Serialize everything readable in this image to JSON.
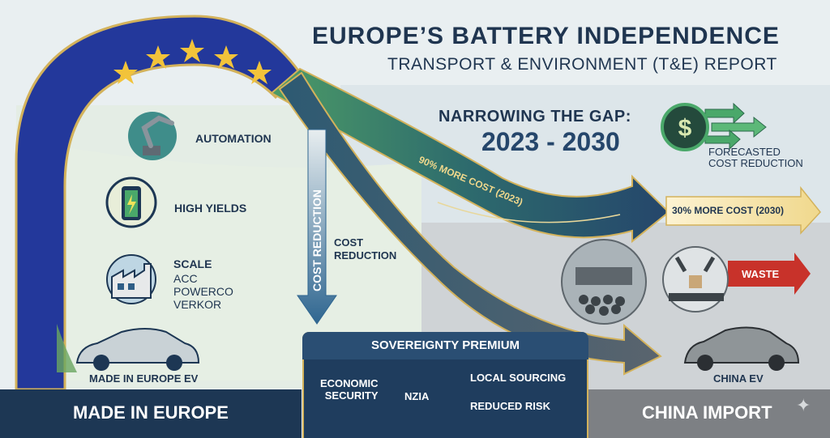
{
  "header": {
    "title": "EUROPE’S BATTERY INDEPENDENCE",
    "subtitle": "TRANSPORT & ENVIRONMENT (T&E) REPORT"
  },
  "gap": {
    "title": "NARROWING THE GAP:",
    "years": "2023 - 2030",
    "forecast": "FORECASTED\nCOST REDUCTION"
  },
  "left": {
    "automation": "AUTOMATION",
    "high_yields": "HIGH YIELDS",
    "scale": "SCALE",
    "companies": [
      "ACC",
      "POWERCO",
      "VERKOR"
    ],
    "ev_label": "MADE IN EUROPE EV",
    "cost_reduction_vertical": "COST REDUCTION",
    "cost_reduction": "COST\nREDUCTION"
  },
  "arrows": {
    "more_2023": "90% MORE COST (2023)",
    "more_2030": "30% MORE COST (2030)",
    "waste": "WASTE"
  },
  "right": {
    "ev_label": "CHINA EV"
  },
  "sovereignty": {
    "title": "SOVEREIGNTY PREMIUM",
    "economic": "ECONOMIC\nSECURITY",
    "badge": "NZIA",
    "local": "LOCAL SOURCING",
    "risk": "REDUCED RISK"
  },
  "footer": {
    "left": "MADE IN EUROPE",
    "right": "CHINA IMPORT"
  },
  "colors": {
    "navy": "#1d3754",
    "eu_blue": "#23389b",
    "gold": "#d3b25b",
    "green": "#4aa86a",
    "red": "#c8322a"
  }
}
